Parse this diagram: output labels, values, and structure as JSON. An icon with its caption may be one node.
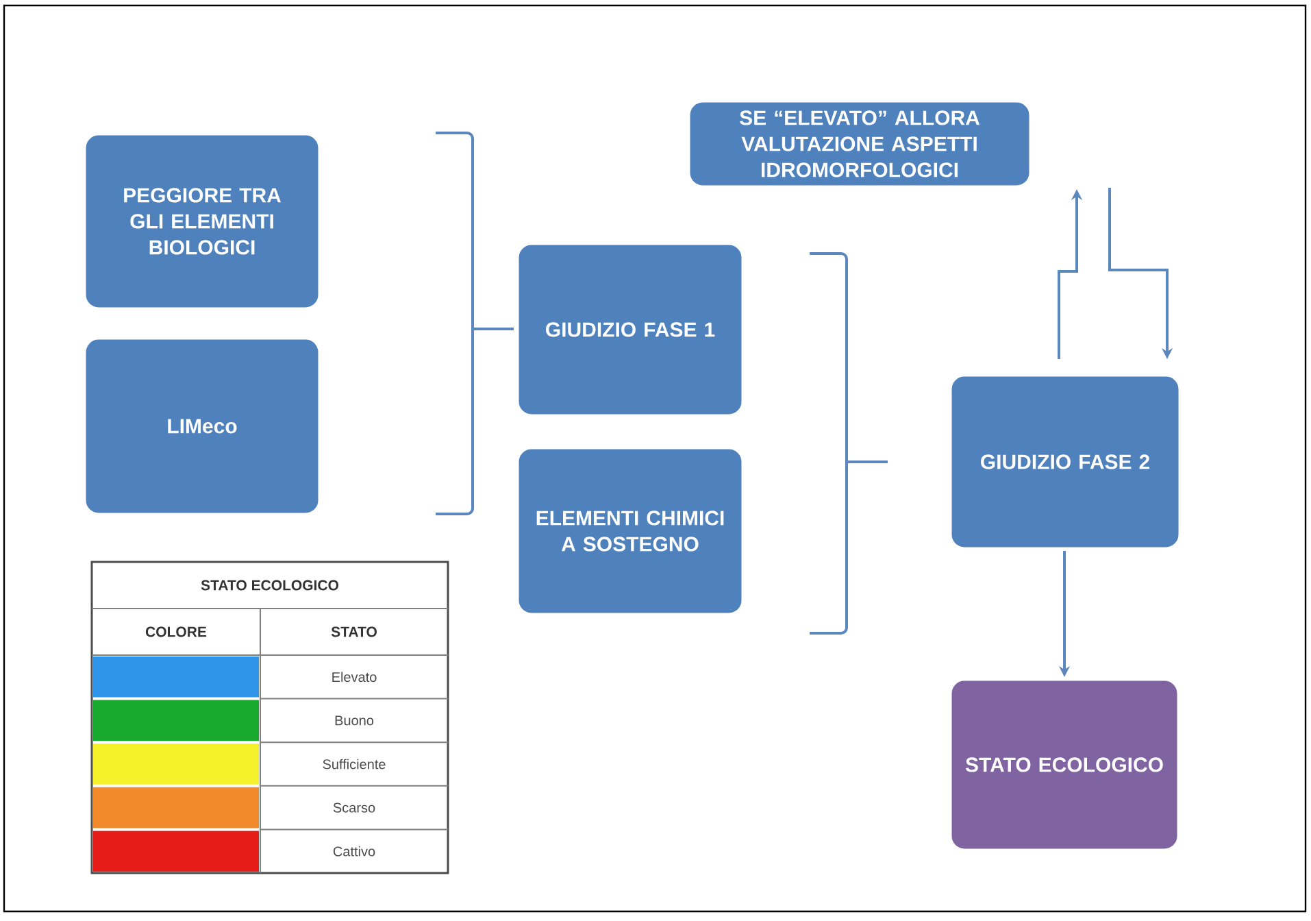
{
  "diagram": {
    "nodes": [
      {
        "text": [
          "SE “ELEVATO” ALLORA VALUTAZIONE ASPETTI IDROMORFOLOGICI"
        ]
      },
      {
        "text": [
          "PEGGIORE TRA GLI ELEMENTI BIOLOGICI"
        ]
      },
      {
        "text": [
          "LIMeco"
        ]
      },
      {
        "text": [
          "GIUDIZIO FASE 1"
        ]
      },
      {
        "text": [
          "ELEMENTI CHIMICI A SOSTEGNO"
        ]
      },
      {
        "text": [
          "GIUDIZIO FASE 2"
        ]
      },
      {
        "text": [
          "STATO ECOLOGICO"
        ]
      }
    ],
    "edges": [
      {
        "from": 5,
        "to": 0,
        "arrow": "to"
      },
      {
        "from": 0,
        "to": 5,
        "arrow": "to"
      },
      {
        "from": 5,
        "to": 6,
        "arrow": "to"
      }
    ],
    "labels": [
      "STATO ECOLOGICO",
      "COLORE",
      "STATO"
    ],
    "legend": [
      {
        "text": "Elevato",
        "color": "#2f95e8"
      },
      {
        "text": "Buono",
        "color": "#17a82e"
      },
      {
        "text": "Sufficiente",
        "color": "#f4f02a"
      },
      {
        "text": "Scarso",
        "color": "#f28a2c"
      },
      {
        "text": "Cattivo",
        "color": "#e51c17"
      }
    ]
  }
}
